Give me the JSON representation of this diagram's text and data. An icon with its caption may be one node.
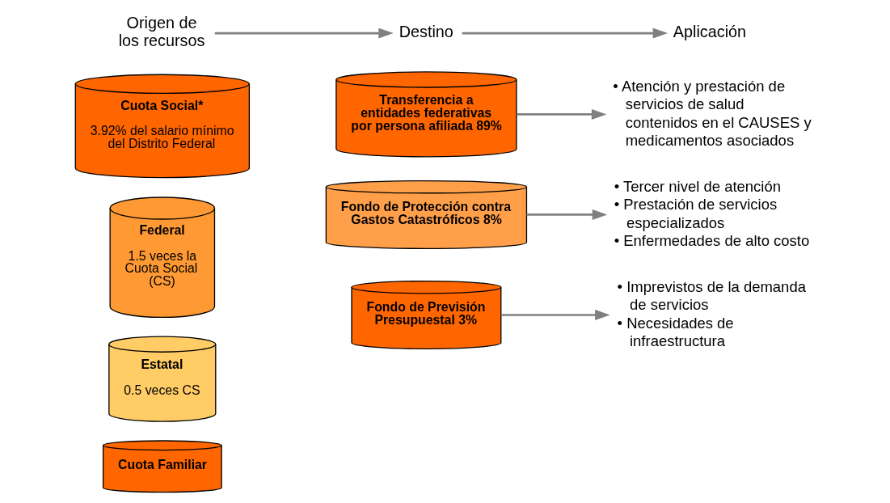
{
  "diagram": {
    "nodes": [
      {
        "text": [
          "Origen de los recursos"
        ]
      },
      {
        "text": [
          "Destino"
        ]
      },
      {
        "text": [
          "Aplicación"
        ]
      },
      {
        "text": [
          "Cuota Social*",
          "3.92% del salario mínimo del Distrito Federal"
        ]
      },
      {
        "text": [
          "Federal",
          "1.5 veces la Cuota Social (CS)"
        ]
      },
      {
        "text": [
          "Estatal",
          "0.5 veces CS"
        ]
      },
      {
        "text": [
          "Cuota Familiar"
        ]
      },
      {
        "text": [
          "Transferencia a entidades federativas por persona afiliada 89%"
        ]
      },
      {
        "text": [
          "Fondo de Protección contra Gastos Catastróficos 8%"
        ]
      },
      {
        "text": [
          "Fondo de Previsión Presupuestal 3%"
        ]
      },
      {
        "text": [
          "• Atención y prestación de servicios de salud contenidos en el CAUSES y medicamentos asociados"
        ]
      },
      {
        "text": [
          "• Tercer nivel de atención",
          "• Prestación de servicios especializados",
          "• Enfermedades de alto costo"
        ]
      },
      {
        "text": [
          "• Imprevistos de la demanda de servicios",
          "• Necesidades de infraestructura"
        ]
      }
    ],
    "edges": [
      {
        "from": 0,
        "to": 1,
        "arrow": "to"
      },
      {
        "from": 1,
        "to": 2,
        "arrow": "to"
      },
      {
        "from": 7,
        "to": 10,
        "arrow": "to"
      },
      {
        "from": 8,
        "to": 11,
        "arrow": "to"
      },
      {
        "from": 9,
        "to": 12,
        "arrow": "to"
      }
    ]
  }
}
